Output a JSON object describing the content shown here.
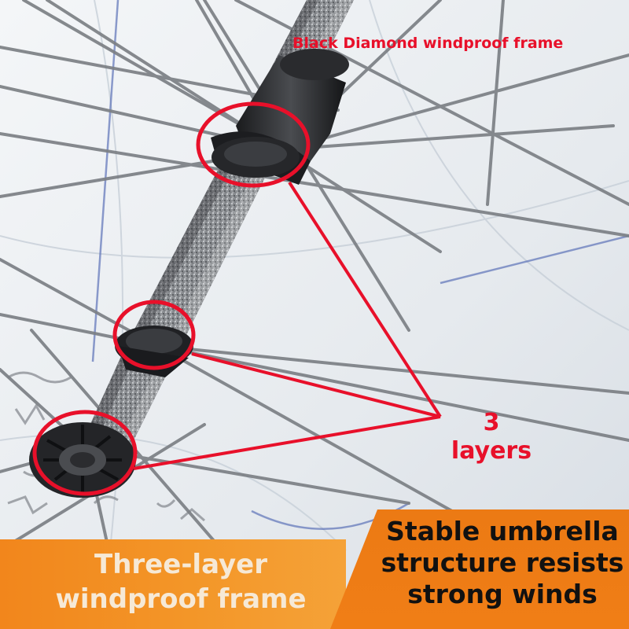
{
  "image": {
    "subject": "umbrella-frame-closeup",
    "highlight_color": "#e8102a",
    "banner_color": "#f28a1e"
  },
  "callouts": {
    "top": "Black Diamond windproof frame",
    "layers_number": "3",
    "layers_word": "layers"
  },
  "banner": {
    "left_line1": "Three-layer",
    "left_line2": "windproof frame",
    "right_line1": "Stable umbrella",
    "right_line2": "structure resists",
    "right_line3": "strong winds"
  }
}
